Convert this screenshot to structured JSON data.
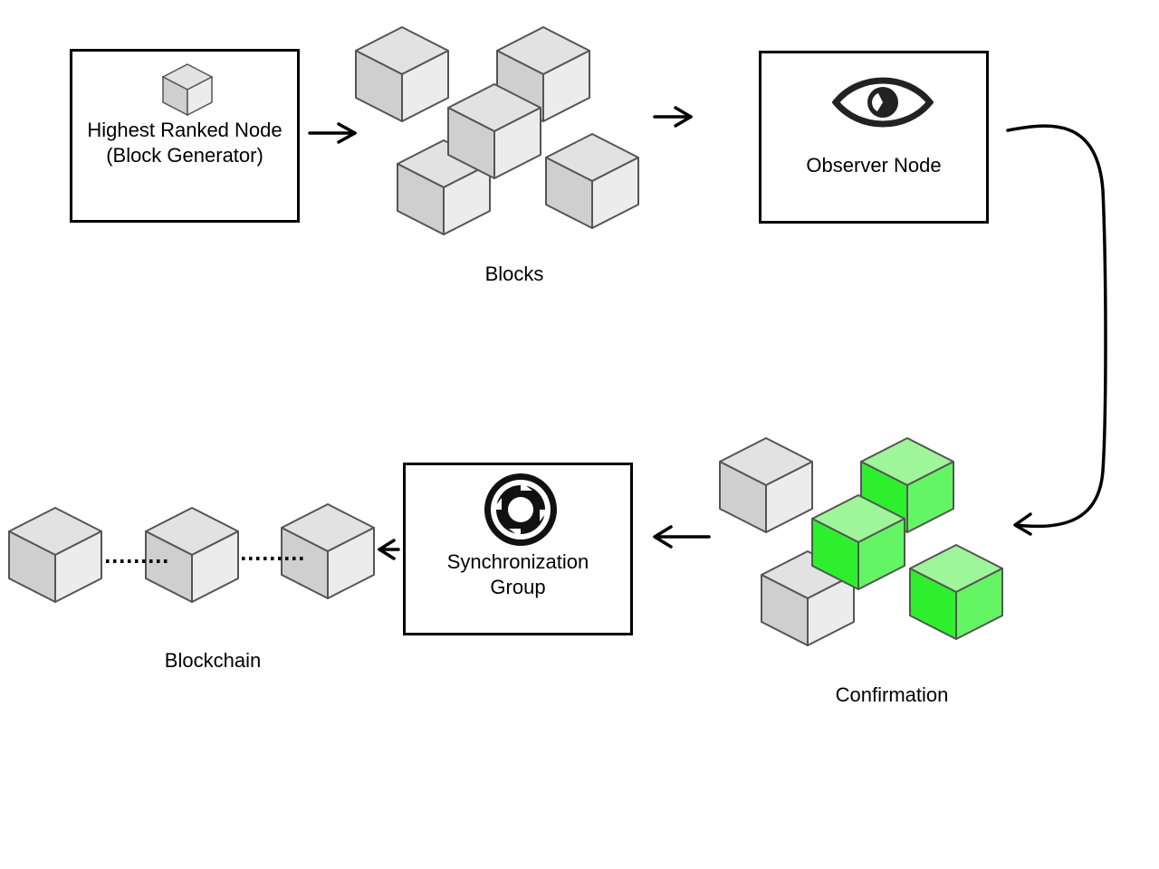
{
  "generator": {
    "line1": "Highest Ranked Node",
    "line2": "(Block Generator)",
    "icon": "cube-icon"
  },
  "blocks": {
    "caption": "Blocks",
    "count": 5
  },
  "observer": {
    "label": "Observer Node",
    "icon": "eye-icon"
  },
  "confirmation": {
    "caption": "Confirmation",
    "confirmed_count": 3,
    "unconfirmed_count": 2
  },
  "sync_group": {
    "line1": "Synchronization",
    "line2": "Group",
    "icon": "sync-cycle-icon"
  },
  "blockchain": {
    "caption": "Blockchain",
    "count": 3
  },
  "colors": {
    "cube_top": "#e2e2e2",
    "cube_left": "#cfcfcf",
    "cube_right": "#ececec",
    "cube_stroke": "#555555",
    "confirmed_top": "#9ef59a",
    "confirmed_left": "#2eef2e",
    "confirmed_right": "#64f564"
  }
}
